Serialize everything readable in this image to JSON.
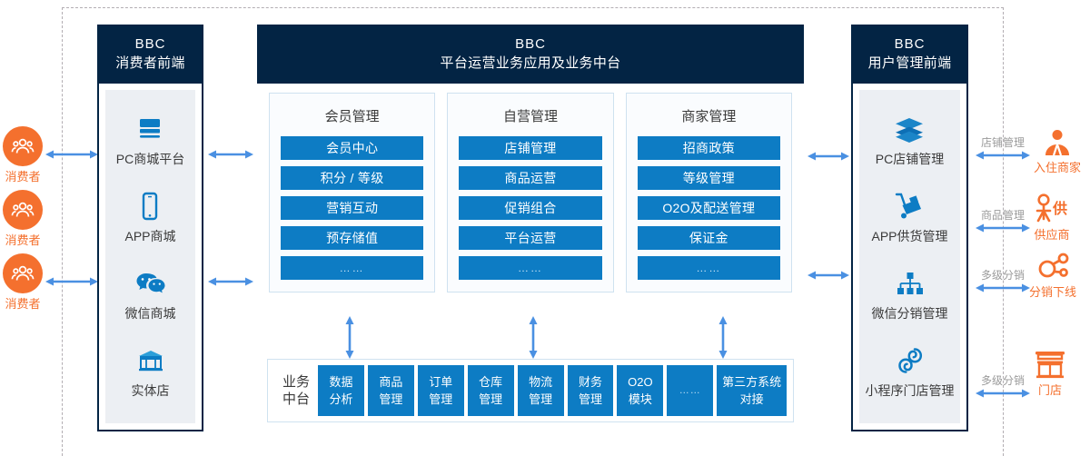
{
  "theme": {
    "navy": "#032444",
    "blue": "#0d7cc4",
    "arrow_blue": "#4a90e2",
    "orange": "#f4702e",
    "panel_bg": "#eceff3",
    "col_bg": "#fafcfe",
    "col_border": "#cfe2f0",
    "label_gray": "#9a9a9a"
  },
  "left_actors": [
    {
      "label": "消费者",
      "icon": "users-circle-icon"
    },
    {
      "label": "消费者",
      "icon": "users-circle-icon"
    },
    {
      "label": "消费者",
      "icon": "users-circle-icon"
    }
  ],
  "left_panel": {
    "header_top": "BBC",
    "header_sub": "消费者前端",
    "items": [
      {
        "label": "PC商城平台",
        "icon": "monitor-icon"
      },
      {
        "label": "APP商城",
        "icon": "mobile-phone-icon"
      },
      {
        "label": "微信商城",
        "icon": "wechat-icon"
      },
      {
        "label": "实体店",
        "icon": "storefront-icon"
      }
    ]
  },
  "center_panel": {
    "header_top": "BBC",
    "header_sub": "平台运营业务应用及业务中台",
    "columns": [
      {
        "title": "会员管理",
        "items": [
          "会员中心",
          "积分 / 等级",
          "营销互动",
          "预存储值",
          "……"
        ]
      },
      {
        "title": "自营管理",
        "items": [
          "店铺管理",
          "商品运营",
          "促销组合",
          "平台运营",
          "……"
        ]
      },
      {
        "title": "商家管理",
        "items": [
          "招商政策",
          "等级管理",
          "O2O及配送管理",
          "保证金",
          "……"
        ]
      }
    ],
    "middle_platform": {
      "label": "业务\n中台",
      "cells": [
        "数据\n分析",
        "商品\n管理",
        "订单\n管理",
        "仓库\n管理",
        "物流\n管理",
        "财务\n管理",
        "O2O\n模块",
        "……",
        "第三方系统\n对接"
      ]
    }
  },
  "right_panel": {
    "header_top": "BBC",
    "header_sub": "用户管理前端",
    "items": [
      {
        "label": "PC店铺管理",
        "icon": "layers-icon"
      },
      {
        "label": "APP供货管理",
        "icon": "hand-truck-icon"
      },
      {
        "label": "微信分销管理",
        "icon": "org-tree-icon"
      },
      {
        "label": "小程序门店管理",
        "icon": "mini-program-icon"
      }
    ]
  },
  "right_connections": [
    {
      "label": "店铺管理",
      "actor": "入住商家",
      "icon": "merchant-person-icon"
    },
    {
      "label": "商品管理",
      "actor": "供应商",
      "icon": "supplier-icon"
    },
    {
      "label": "多级分销",
      "actor": "分销下线",
      "icon": "share-nodes-icon"
    },
    {
      "label": "多级分销",
      "actor": "门店",
      "icon": "shop-icon"
    }
  ]
}
